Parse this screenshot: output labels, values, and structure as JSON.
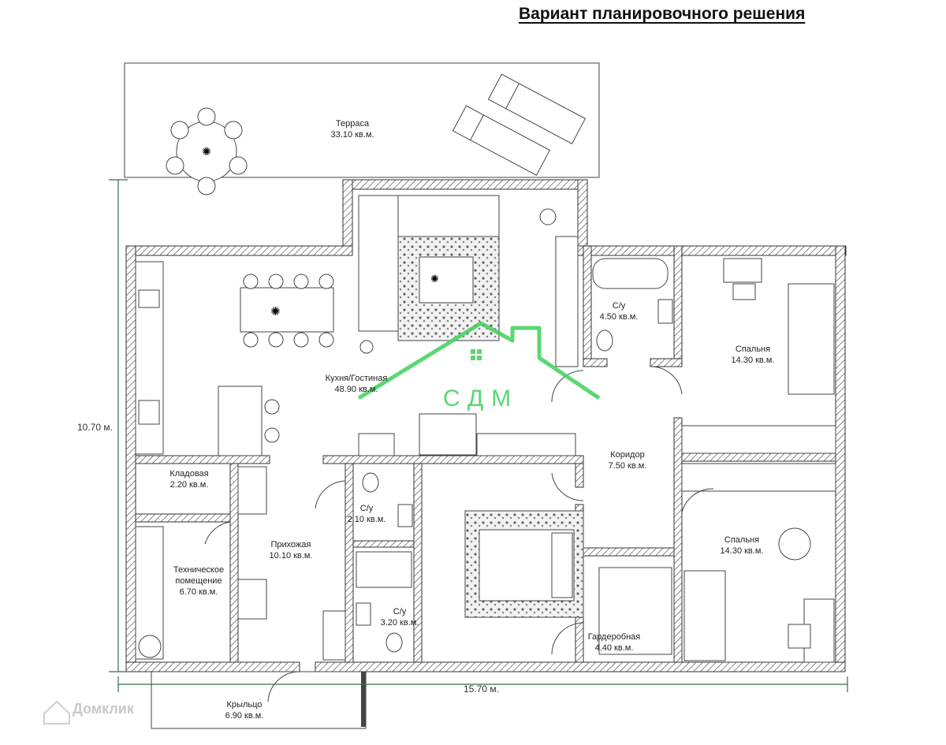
{
  "title": "Вариант планировочного решения",
  "rooms": [
    {
      "name": "Терраса",
      "area": "33.10 кв.м."
    },
    {
      "name": "Кухня/Гостиная",
      "area": "48.90 кв.м."
    },
    {
      "name": "С/у",
      "area": "4.50 кв.м."
    },
    {
      "name": "Спальня",
      "area": "14.30 кв.м."
    },
    {
      "name": "Коридор",
      "area": "7.50 кв.м."
    },
    {
      "name": "Кладовая",
      "area": "2.20 кв.м."
    },
    {
      "name": "С/у",
      "area": "2.10 кв.м."
    },
    {
      "name": "Прихожая",
      "area": "10.10 кв.м."
    },
    {
      "name": "Техническое",
      "name2": "помещение",
      "area": "6.70 кв.м."
    },
    {
      "name": "С/у",
      "area": "3.20 кв.м."
    },
    {
      "name": "Спальня",
      "area": "14.30 кв.м."
    },
    {
      "name": "Гардеробная",
      "area": "4.40 кв.м."
    },
    {
      "name": "Крыльцо",
      "area": "6.90 кв.м."
    }
  ],
  "dimensions": {
    "height": "10.70 м.",
    "width": "15.70 м."
  },
  "watermark": {
    "brand": "СДМ",
    "color": "#3fd15a"
  },
  "footer_watermark": "Домклик",
  "colors": {
    "dimension_line": "#2f6f4a"
  }
}
